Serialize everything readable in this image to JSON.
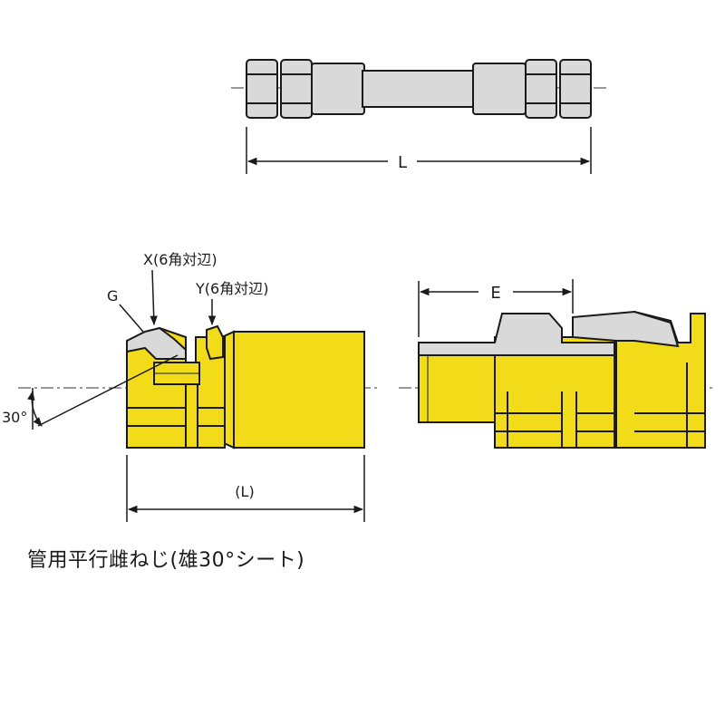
{
  "labels": {
    "top_length": "L",
    "hex_x": "X(6角対辺)",
    "hex_y": "Y(6角対辺)",
    "thread_g": "G",
    "angle": "30°",
    "bottom_length": "(L)",
    "dim_e": "E"
  },
  "caption": "管用平行雌ねじ(雄30°シート)",
  "colors": {
    "fitting_yellow": "#f2dc1a",
    "hose_gray": "#d9d9d9",
    "outline": "#1a1a1a",
    "centerline": "#333333"
  }
}
